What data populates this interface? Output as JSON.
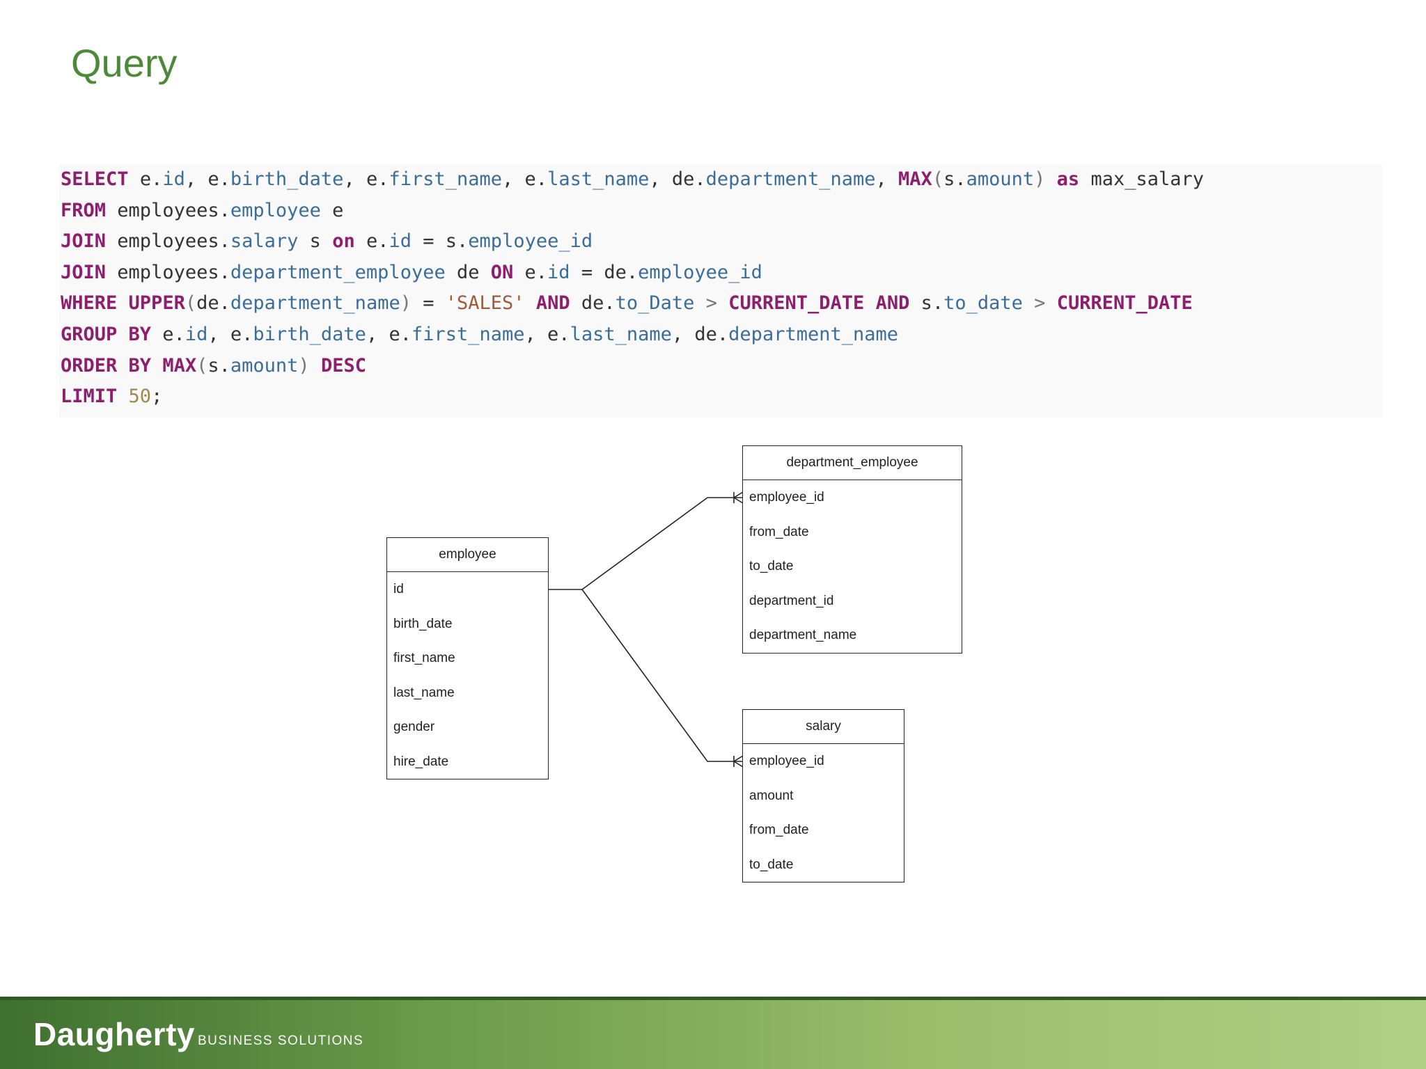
{
  "slide": {
    "title": "Query"
  },
  "sql": {
    "l1": {
      "select": "SELECT",
      "e1": "e.",
      "id": "id",
      "c1": ", ",
      "e2": "e.",
      "birth_date": "birth_date",
      "c2": ", ",
      "e3": "e.",
      "first_name": "first_name",
      "c3": ", ",
      "e4": "e.",
      "last_name": "last_name",
      "c4": ", ",
      "de": "de.",
      "department_name": "department_name",
      "c5": ", ",
      "max": "MAX",
      "p1": "(",
      "s": "s.",
      "amount": "amount",
      "p2": ")",
      "as": "as",
      "alias": "max_salary"
    },
    "l2": {
      "from": "FROM",
      "schema": "employees.",
      "table": "employee",
      "alias": " e"
    },
    "l3": {
      "join": "JOIN",
      "schema": "employees.",
      "table": "salary",
      "alias": " s ",
      "on": "on",
      "e": " e.",
      "id": "id",
      "eq": " = ",
      "s": "s.",
      "employee_id": "employee_id"
    },
    "l4": {
      "join": "JOIN",
      "schema": "employees.",
      "table": "department_employee",
      "alias": " de ",
      "on": "ON",
      "e": " e.",
      "id": "id",
      "eq": " = ",
      "de": "de.",
      "employee_id": "employee_id"
    },
    "l5": {
      "where": "WHERE",
      "upper": "UPPER",
      "p1": "(",
      "de": "de.",
      "department_name": "department_name",
      "p2": ")",
      "eq": " = ",
      "str": "'SALES'",
      "and1": "AND",
      "de2": " de.",
      "to_Date": "to_Date",
      "gt1": " > ",
      "cd1": "CURRENT_DATE",
      "and2": "AND",
      "s": " s.",
      "to_date": "to_date",
      "gt2": " > ",
      "cd2": "CURRENT_DATE"
    },
    "l6": {
      "group": "GROUP BY",
      "e1": " e.",
      "id": "id",
      "c1": ", ",
      "e2": "e.",
      "birth_date": "birth_date",
      "c2": ", ",
      "e3": "e.",
      "first_name": "first_name",
      "c3": ", ",
      "e4": "e.",
      "last_name": "last_name",
      "c4": ", ",
      "de": "de.",
      "department_name": "department_name"
    },
    "l7": {
      "order": "ORDER BY",
      "max": "MAX",
      "p1": "(",
      "s": "s.",
      "amount": "amount",
      "p2": ")",
      "desc": "DESC"
    },
    "l8": {
      "limit": "LIMIT",
      "num": "50",
      "semi": ";"
    }
  },
  "erd": {
    "employee": {
      "name": "employee",
      "fields": [
        "id",
        "birth_date",
        "first_name",
        "last_name",
        "gender",
        "hire_date"
      ]
    },
    "department_employee": {
      "name": "department_employee",
      "fields": [
        "employee_id",
        "from_date",
        "to_date",
        "department_id",
        "department_name"
      ]
    },
    "salary": {
      "name": "salary",
      "fields": [
        "employee_id",
        "amount",
        "from_date",
        "to_date"
      ]
    }
  },
  "footer": {
    "brand": "Daugherty",
    "tagline": "BUSINESS SOLUTIONS"
  }
}
